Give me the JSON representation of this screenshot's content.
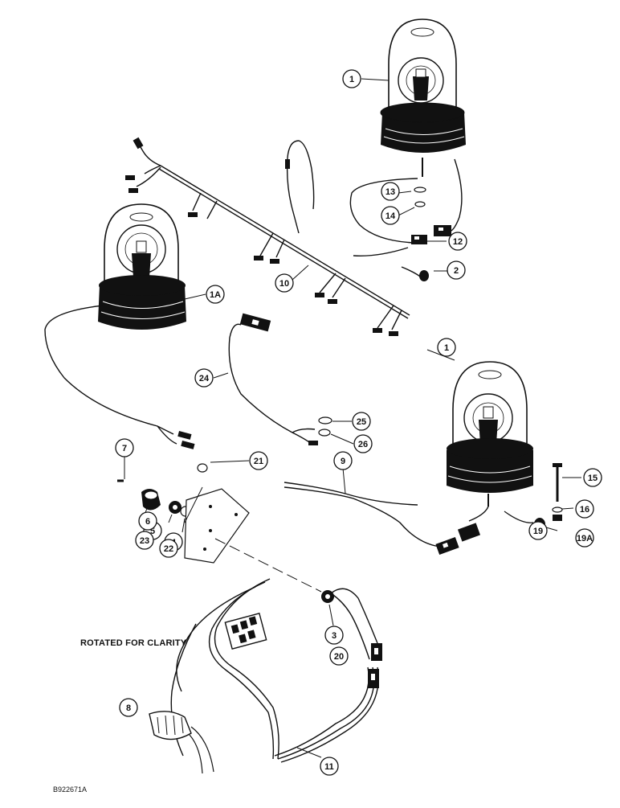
{
  "figure_id": "B922671A",
  "note": "ROTATED FOR CLARITY",
  "callouts": [
    "1",
    "1A",
    "1",
    "2",
    "3",
    "4",
    "5",
    "6",
    "7",
    "8",
    "9",
    "10",
    "11",
    "12",
    "13",
    "14",
    "15",
    "16",
    "19",
    "19A",
    "20",
    "21",
    "22",
    "23",
    "24",
    "25",
    "26"
  ],
  "colors": {
    "ink": "#111111",
    "background": "#ffffff"
  }
}
